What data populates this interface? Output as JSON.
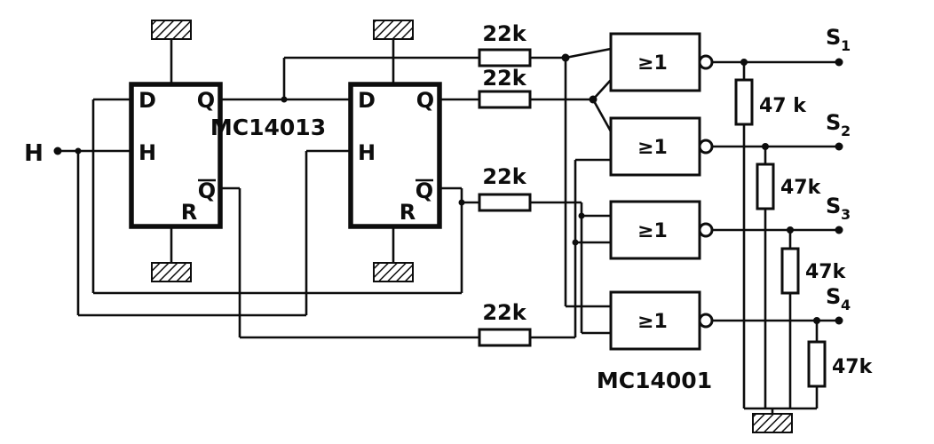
{
  "input": {
    "label": "H"
  },
  "ics": {
    "flipflop": "MC14013",
    "nor": "MC14001"
  },
  "flipflop_pins": {
    "d": "D",
    "clock": "H",
    "q": "Q",
    "qbar": "Q",
    "reset": "R"
  },
  "gates": {
    "symbol": "≥1"
  },
  "resistors_22k": [
    "22k",
    "22k",
    "22k",
    "22k"
  ],
  "resistors_47k": [
    "47 k",
    "47k",
    "47k",
    "47k"
  ],
  "outputs": [
    {
      "base": "S",
      "sub": "1"
    },
    {
      "base": "S",
      "sub": "2"
    },
    {
      "base": "S",
      "sub": "3"
    },
    {
      "base": "S",
      "sub": "4"
    }
  ]
}
